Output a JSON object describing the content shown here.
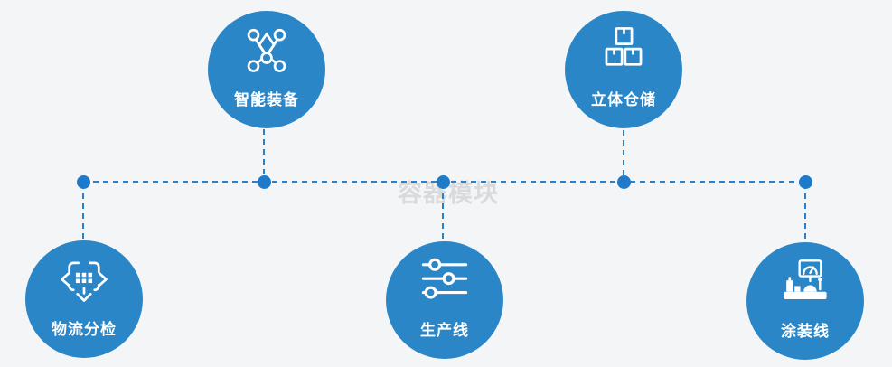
{
  "watermark": "容器模块",
  "colors": {
    "background": "#f4f5f6",
    "circle": "#2a86c7",
    "line": "#2b80c8",
    "dot": "#1f7aca",
    "watermark": "#d9dadb"
  },
  "nodes": [
    {
      "id": "smart-equipment",
      "label": "智能装备",
      "icon": "network-icon",
      "row": "top"
    },
    {
      "id": "stereo-warehouse",
      "label": "立体仓储",
      "icon": "stacked-boxes-icon",
      "row": "top"
    },
    {
      "id": "logistics-sorting",
      "label": "物流分检",
      "icon": "move-sort-icon",
      "row": "bottom"
    },
    {
      "id": "production-line",
      "label": "生产线",
      "icon": "sliders-icon",
      "row": "bottom"
    },
    {
      "id": "coating-line",
      "label": "涂装线",
      "icon": "machine-icon",
      "row": "bottom"
    }
  ]
}
